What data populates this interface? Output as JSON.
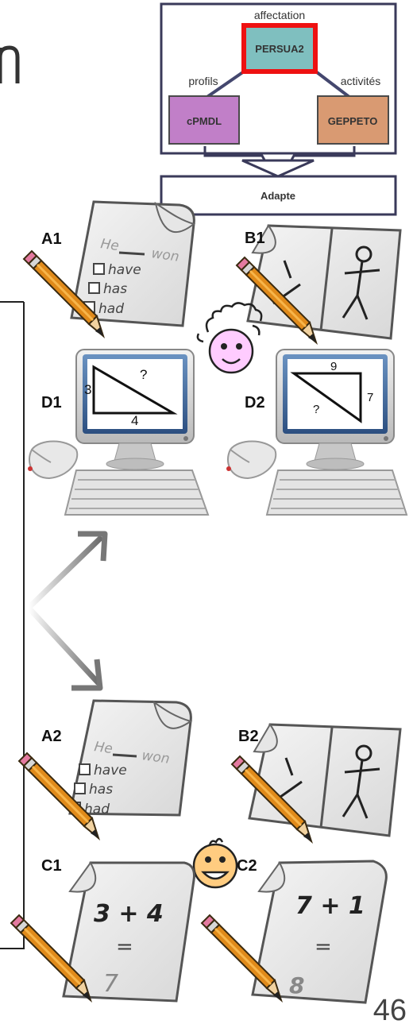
{
  "diagram": {
    "top_box": {
      "affectation": "affectation",
      "persua2": "PERSUA2",
      "profils": "profils",
      "activites": "activités",
      "cpmdl": "cPMDL",
      "geppeto": "GEPPETO"
    },
    "adapte": "Adapte",
    "labels": {
      "a1": "A1",
      "b1": "B1",
      "d1": "D1",
      "d2": "D2",
      "a2": "A2",
      "b2": "B2",
      "c1": "C1",
      "c2": "C2"
    },
    "worksheet_quiz": {
      "he": "He",
      "won": "won",
      "options": [
        "have",
        "has",
        "had"
      ]
    },
    "math_d1": {
      "top": "?",
      "left": "3",
      "bottom": "4"
    },
    "math_d2": {
      "top": "9",
      "right": "7",
      "inside": "?"
    },
    "math_c1": {
      "expr": "3 + 4",
      "eq": "=",
      "result": "7"
    },
    "math_c2": {
      "expr": "7 + 1",
      "eq": "=",
      "result": "8"
    },
    "page_number": "46",
    "colors": {
      "frame": "#3a3a5a",
      "persua2_fill": "#7fbfbf",
      "persua2_border": "#ee1111",
      "cpmdl_fill": "#c17fc8",
      "geppeto_fill": "#d99a72",
      "connector": "#44476e",
      "face": "#ffccff",
      "child_face": "#ffcc80",
      "pencil_body": "#e08a1a"
    }
  }
}
